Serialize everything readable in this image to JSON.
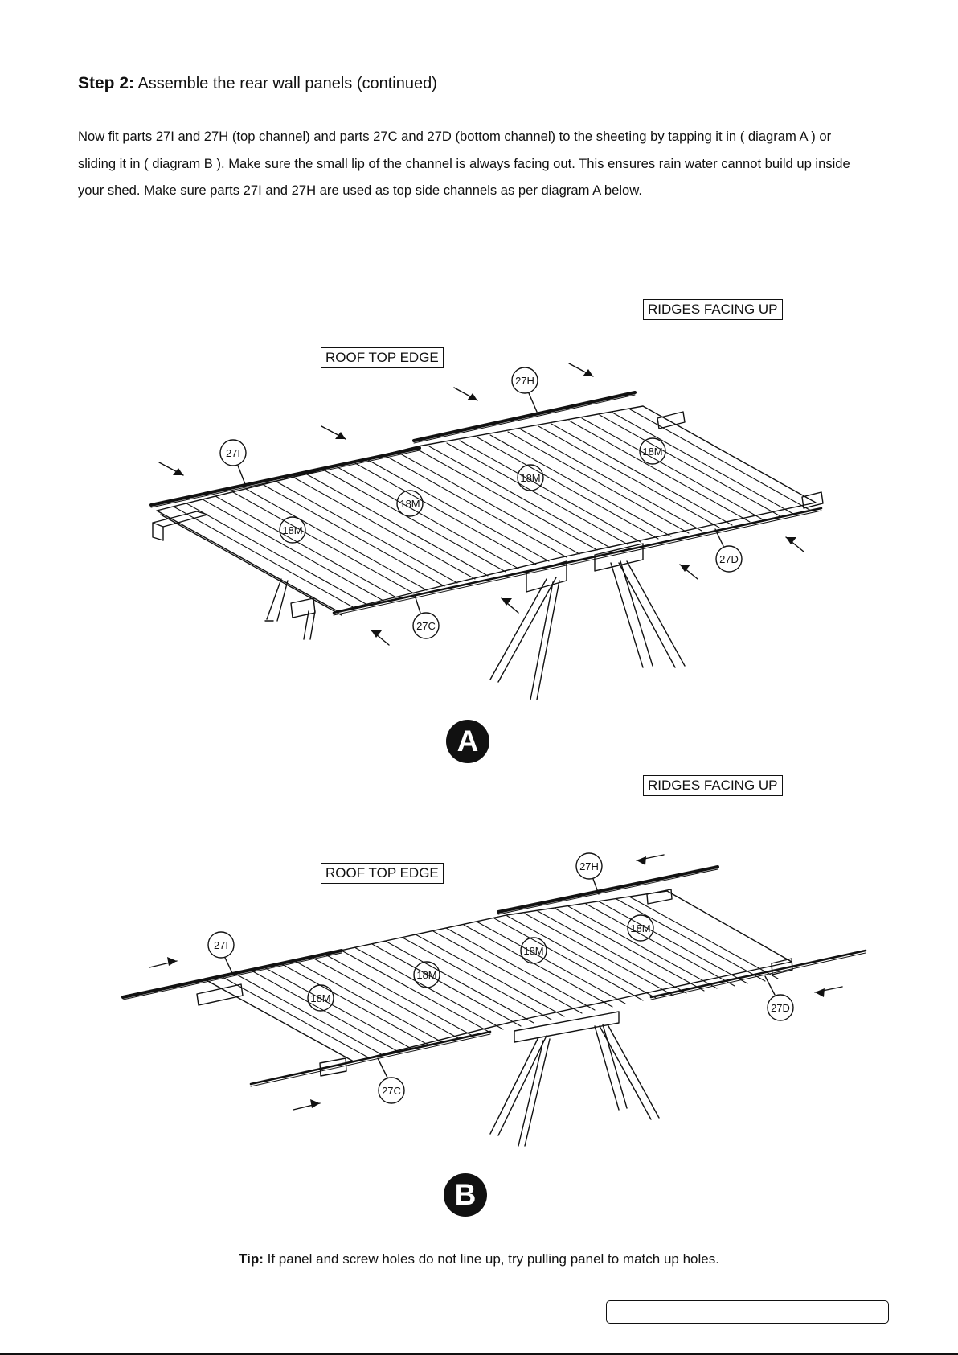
{
  "heading": {
    "step": "Step 2:",
    "title": "Assemble the rear wall panels (continued)"
  },
  "intro": {
    "line1": "Now fit parts 27I and 27H (top channel) and parts 27C and 27D (bottom channel) to the sheeting by tapping it in ( diagram A ) or",
    "line2": "sliding it in ( diagram B ). Make sure the small lip of the channel is always facing out. This ensures rain water cannot build up inside",
    "line3": "your shed. Make sure parts 27I and 27H are used as top side channels as per diagram A below."
  },
  "diagram_a": {
    "label_ridges": "RIDGES FACING UP",
    "label_roof": "ROOF TOP EDGE",
    "badge": "A",
    "callouts": [
      "27I",
      "27H",
      "18M",
      "18M",
      "18M",
      "18M",
      "27C",
      "27D"
    ]
  },
  "diagram_b": {
    "label_ridges": "RIDGES FACING UP",
    "label_roof": "ROOF TOP EDGE",
    "badge": "B",
    "callouts": [
      "27I",
      "27H",
      "18M",
      "18M",
      "18M",
      "18M",
      "27C",
      "27D"
    ]
  },
  "tip": {
    "label": "Tip:",
    "text": "If panel and screw holes do not line up, try pulling panel to match up holes."
  }
}
